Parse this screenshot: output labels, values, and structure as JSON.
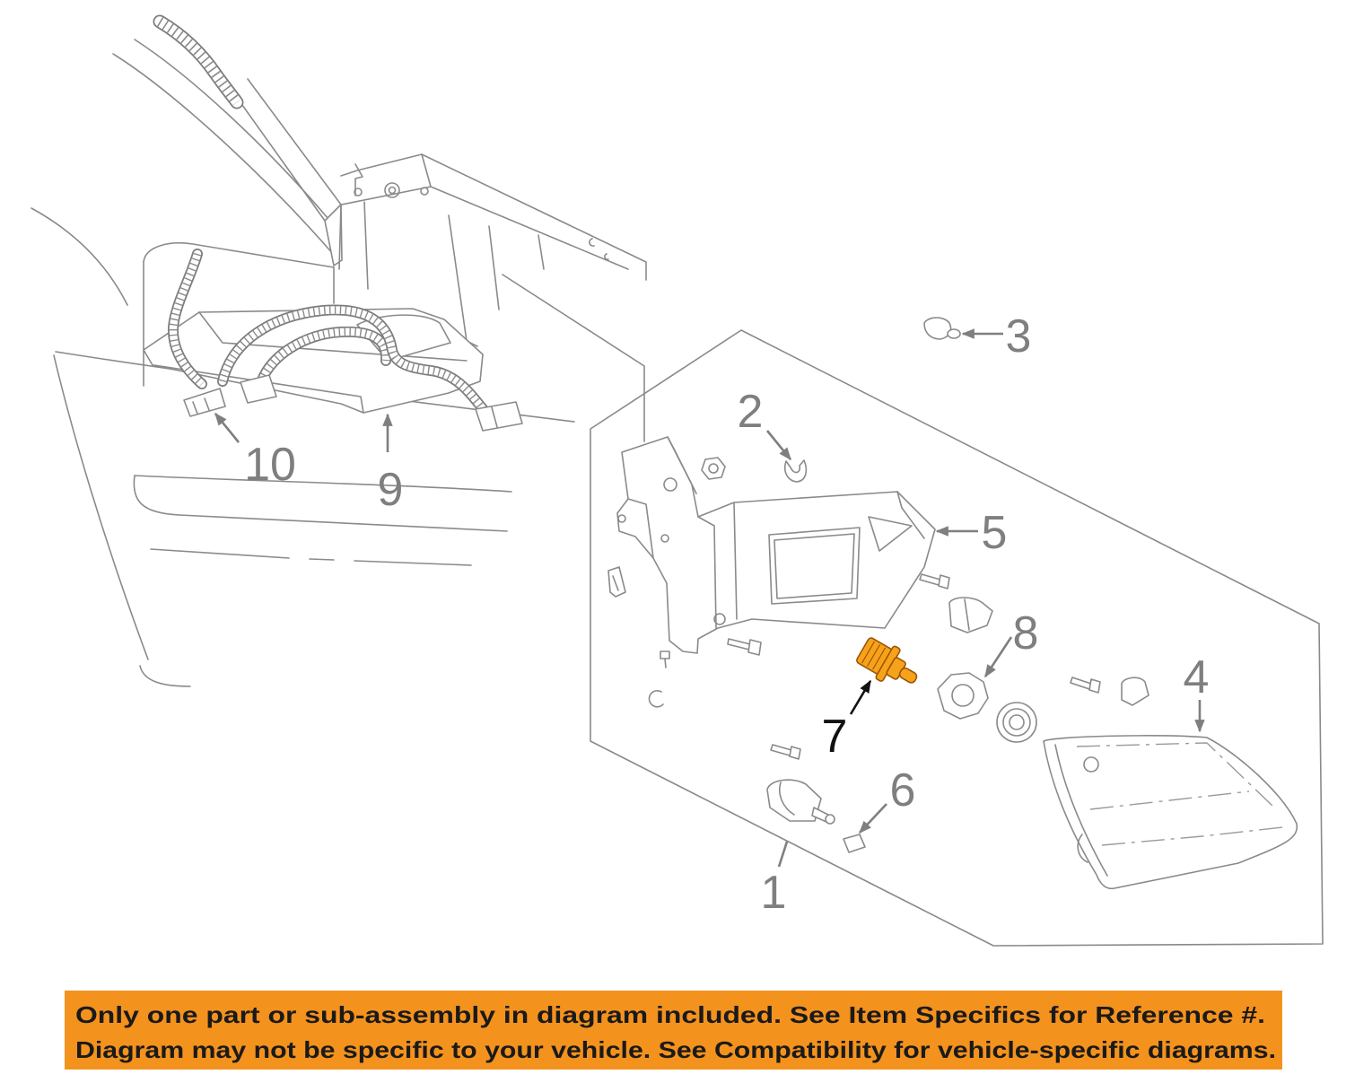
{
  "diagram": {
    "callouts": [
      "1",
      "2",
      "3",
      "4",
      "5",
      "6",
      "7",
      "8",
      "9",
      "10"
    ]
  },
  "banner": {
    "lines": [
      "Only one part or sub-assembly in diagram included. See Item Specifics for Reference #.",
      "Diagram may not be specific to your vehicle. See Compatibility for vehicle-specific diagrams."
    ]
  },
  "colors": {
    "line_art": "#8a8a8a",
    "callout_label": "#7f7f7f",
    "highlight_part": "#F7A21B",
    "highlight_label": "#111111",
    "banner_bg": "#F4921E",
    "banner_text": "#1a1a1a"
  }
}
